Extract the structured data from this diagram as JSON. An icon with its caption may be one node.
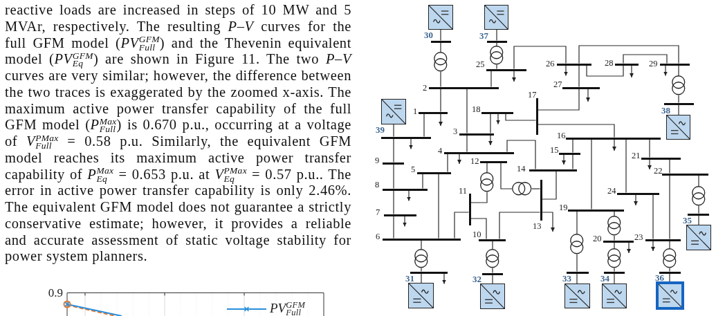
{
  "diagram": {
    "nodes": [
      {
        "text": [],
        "shape": "bar",
        "beside": [
          "1"
        ]
      },
      {
        "text": [],
        "shape": "bar",
        "beside": [
          "2"
        ]
      },
      {
        "text": [],
        "shape": "bar",
        "beside": [
          "3"
        ]
      },
      {
        "text": [],
        "shape": "bar",
        "beside": [
          "4"
        ]
      },
      {
        "text": [],
        "shape": "bar",
        "beside": [
          "5"
        ]
      },
      {
        "text": [],
        "shape": "bar",
        "beside": [
          "6"
        ]
      },
      {
        "text": [],
        "shape": "bar",
        "beside": [
          "7"
        ]
      },
      {
        "text": [],
        "shape": "bar",
        "beside": [
          "8"
        ]
      },
      {
        "text": [],
        "shape": "bar",
        "beside": [
          "9"
        ]
      },
      {
        "text": [],
        "shape": "bar",
        "beside": [
          "10"
        ]
      },
      {
        "text": [],
        "shape": "bar",
        "beside": [
          "11"
        ]
      },
      {
        "text": [],
        "shape": "bar",
        "beside": [
          "12"
        ]
      },
      {
        "text": [],
        "shape": "bar",
        "beside": [
          "13"
        ]
      },
      {
        "text": [],
        "shape": "bar",
        "beside": [
          "14"
        ]
      },
      {
        "text": [],
        "shape": "bar",
        "beside": [
          "15"
        ]
      },
      {
        "text": [],
        "shape": "bar",
        "beside": [
          "16"
        ]
      },
      {
        "text": [],
        "shape": "bar",
        "beside": [
          "17"
        ]
      },
      {
        "text": [],
        "shape": "bar",
        "beside": [
          "18"
        ]
      },
      {
        "text": [],
        "shape": "bar",
        "beside": [
          "19"
        ]
      },
      {
        "text": [],
        "shape": "bar",
        "beside": [
          "20"
        ]
      },
      {
        "text": [],
        "shape": "bar",
        "beside": [
          "21"
        ]
      },
      {
        "text": [],
        "shape": "bar",
        "beside": [
          "22"
        ]
      },
      {
        "text": [],
        "shape": "bar",
        "beside": [
          "23"
        ]
      },
      {
        "text": [],
        "shape": "bar",
        "beside": [
          "24"
        ]
      },
      {
        "text": [],
        "shape": "bar",
        "beside": [
          "25"
        ]
      },
      {
        "text": [],
        "shape": "bar",
        "beside": [
          "26"
        ]
      },
      {
        "text": [],
        "shape": "bar",
        "beside": [
          "27"
        ]
      },
      {
        "text": [],
        "shape": "bar",
        "beside": [
          "28"
        ]
      },
      {
        "text": [],
        "shape": "bar",
        "beside": [
          "29"
        ]
      },
      {
        "text": [],
        "shape": "bar",
        "beside": [
          "30"
        ]
      },
      {
        "text": [],
        "shape": "bar",
        "beside": [
          "31"
        ]
      },
      {
        "text": [],
        "shape": "bar",
        "beside": [
          "32"
        ]
      },
      {
        "text": [],
        "shape": "bar",
        "beside": [
          "33"
        ]
      },
      {
        "text": [],
        "shape": "bar",
        "beside": [
          "34"
        ]
      },
      {
        "text": [],
        "shape": "bar",
        "beside": [
          "35"
        ]
      },
      {
        "text": [],
        "shape": "bar",
        "beside": [
          "36"
        ]
      },
      {
        "text": [],
        "shape": "bar",
        "beside": [
          "37"
        ]
      },
      {
        "text": [],
        "shape": "bar",
        "beside": [
          "38"
        ]
      },
      {
        "text": [],
        "shape": "bar",
        "beside": [
          "39"
        ]
      },
      {
        "text": [],
        "shape": "box"
      },
      {
        "text": [],
        "shape": "box"
      },
      {
        "text": [],
        "shape": "box"
      },
      {
        "text": [],
        "shape": "box"
      },
      {
        "text": [],
        "shape": "box"
      },
      {
        "text": [],
        "shape": "box"
      },
      {
        "text": [],
        "shape": "box"
      },
      {
        "text": [],
        "shape": "box"
      },
      {
        "text": [],
        "shape": "box"
      },
      {
        "text": [],
        "shape": "box"
      },
      {
        "text": [],
        "shape": "circle"
      },
      {
        "text": [],
        "shape": "circle"
      },
      {
        "text": [],
        "shape": "circle"
      },
      {
        "text": [],
        "shape": "circle"
      },
      {
        "text": [],
        "shape": "circle"
      },
      {
        "text": [],
        "shape": "circle"
      },
      {
        "text": [],
        "shape": "circle"
      },
      {
        "text": [],
        "shape": "circle"
      },
      {
        "text": [],
        "shape": "circle"
      },
      {
        "text": [],
        "shape": "circle"
      },
      {
        "text": [],
        "shape": "circle"
      },
      {
        "text": [],
        "shape": "circle"
      }
    ],
    "edges": [
      {
        "from": 0,
        "to": 1,
        "arrow": "none"
      },
      {
        "from": 0,
        "to": 38,
        "arrow": "none"
      },
      {
        "from": 1,
        "to": 2,
        "arrow": "none"
      },
      {
        "from": 1,
        "to": 24,
        "arrow": "none"
      },
      {
        "from": 2,
        "to": 3,
        "arrow": "none"
      },
      {
        "from": 2,
        "to": 17,
        "arrow": "none"
      },
      {
        "from": 3,
        "to": 4,
        "arrow": "none"
      },
      {
        "from": 3,
        "to": 13,
        "arrow": "none"
      },
      {
        "from": 4,
        "to": 5,
        "arrow": "none"
      },
      {
        "from": 4,
        "to": 7,
        "arrow": "none"
      },
      {
        "from": 5,
        "to": 6,
        "arrow": "none"
      },
      {
        "from": 5,
        "to": 10,
        "arrow": "none"
      },
      {
        "from": 6,
        "to": 7,
        "arrow": "none"
      },
      {
        "from": 7,
        "to": 8,
        "arrow": "none"
      },
      {
        "from": 8,
        "to": 38,
        "arrow": "none"
      },
      {
        "from": 9,
        "to": 10,
        "arrow": "none"
      },
      {
        "from": 9,
        "to": 12,
        "arrow": "none"
      },
      {
        "from": 12,
        "to": 13,
        "arrow": "none"
      },
      {
        "from": 13,
        "to": 14,
        "arrow": "none"
      },
      {
        "from": 14,
        "to": 15,
        "arrow": "none"
      },
      {
        "from": 15,
        "to": 16,
        "arrow": "none"
      },
      {
        "from": 15,
        "to": 18,
        "arrow": "none"
      },
      {
        "from": 15,
        "to": 20,
        "arrow": "none"
      },
      {
        "from": 15,
        "to": 23,
        "arrow": "none"
      },
      {
        "from": 16,
        "to": 17,
        "arrow": "none"
      },
      {
        "from": 16,
        "to": 26,
        "arrow": "none"
      },
      {
        "from": 20,
        "to": 21,
        "arrow": "none"
      },
      {
        "from": 21,
        "to": 22,
        "arrow": "none"
      },
      {
        "from": 22,
        "to": 23,
        "arrow": "none"
      },
      {
        "from": 24,
        "to": 25,
        "arrow": "none"
      },
      {
        "from": 25,
        "to": 26,
        "arrow": "none"
      },
      {
        "from": 25,
        "to": 27,
        "arrow": "none"
      },
      {
        "from": 25,
        "to": 28,
        "arrow": "none"
      },
      {
        "from": 27,
        "to": 28,
        "arrow": "none"
      },
      {
        "from": 39,
        "to": 29,
        "arrow": "none"
      },
      {
        "from": 40,
        "to": 36,
        "arrow": "none"
      },
      {
        "from": 41,
        "to": 38,
        "arrow": "none"
      },
      {
        "from": 42,
        "to": 37,
        "arrow": "none"
      },
      {
        "from": 43,
        "to": 34,
        "arrow": "none"
      },
      {
        "from": 44,
        "to": 30,
        "arrow": "none"
      },
      {
        "from": 45,
        "to": 31,
        "arrow": "none"
      },
      {
        "from": 46,
        "to": 32,
        "arrow": "none"
      },
      {
        "from": 47,
        "to": 33,
        "arrow": "none"
      },
      {
        "from": 48,
        "to": 35,
        "arrow": "none"
      },
      {
        "from": 1,
        "to": 49,
        "arrow": "none"
      },
      {
        "from": 49,
        "to": 29,
        "arrow": "none"
      },
      {
        "from": 24,
        "to": 50,
        "arrow": "none"
      },
      {
        "from": 50,
        "to": 36,
        "arrow": "none"
      },
      {
        "from": 28,
        "to": 51,
        "arrow": "none"
      },
      {
        "from": 51,
        "to": 37,
        "arrow": "none"
      },
      {
        "from": 11,
        "to": 52,
        "arrow": "none"
      },
      {
        "from": 52,
        "to": 10,
        "arrow": "none"
      },
      {
        "from": 11,
        "to": 53,
        "arrow": "none"
      },
      {
        "from": 53,
        "to": 12,
        "arrow": "none"
      },
      {
        "from": 21,
        "to": 54,
        "arrow": "none"
      },
      {
        "from": 54,
        "to": 34,
        "arrow": "none"
      },
      {
        "from": 18,
        "to": 55,
        "arrow": "none"
      },
      {
        "from": 55,
        "to": 19,
        "arrow": "none"
      },
      {
        "from": 18,
        "to": 56,
        "arrow": "none"
      },
      {
        "from": 56,
        "to": 32,
        "arrow": "none"
      },
      {
        "from": 5,
        "to": 57,
        "arrow": "none"
      },
      {
        "from": 57,
        "to": 30,
        "arrow": "none"
      },
      {
        "from": 9,
        "to": 58,
        "arrow": "none"
      },
      {
        "from": 58,
        "to": 31,
        "arrow": "none"
      },
      {
        "from": 19,
        "to": 59,
        "arrow": "none"
      },
      {
        "from": 59,
        "to": 33,
        "arrow": "none"
      },
      {
        "from": 22,
        "to": 60,
        "arrow": "none"
      },
      {
        "from": 60,
        "to": 35,
        "arrow": "none"
      },
      {
        "from": 0,
        "to": null,
        "arrow": "to"
      },
      {
        "from": 2,
        "to": null,
        "arrow": "to"
      },
      {
        "from": 3,
        "to": null,
        "arrow": "to"
      },
      {
        "from": 6,
        "to": null,
        "arrow": "to"
      },
      {
        "from": 7,
        "to": null,
        "arrow": "to"
      },
      {
        "from": 12,
        "to": null,
        "arrow": "to"
      },
      {
        "from": 14,
        "to": null,
        "arrow": "to"
      },
      {
        "from": 15,
        "to": null,
        "arrow": "to"
      },
      {
        "from": 17,
        "to": null,
        "arrow": "to"
      },
      {
        "from": 19,
        "to": null,
        "arrow": "to"
      },
      {
        "from": 20,
        "to": null,
        "arrow": "to"
      },
      {
        "from": 22,
        "to": null,
        "arrow": "to"
      },
      {
        "from": 23,
        "to": null,
        "arrow": "to"
      },
      {
        "from": 24,
        "to": null,
        "arrow": "to"
      },
      {
        "from": 25,
        "to": null,
        "arrow": "to"
      },
      {
        "from": 26,
        "to": null,
        "arrow": "to"
      },
      {
        "from": 27,
        "to": null,
        "arrow": "to"
      },
      {
        "from": 28,
        "to": null,
        "arrow": "to"
      },
      {
        "from": 30,
        "to": null,
        "arrow": "to"
      },
      {
        "from": 38,
        "to": null,
        "arrow": "to"
      }
    ],
    "labels": [
      "reactive loads are increased in steps of 10 MW and 5 MVAr, respectively. The resulting *P*–*V* curves for the full GFM model (*PV*$^{GFM}$$_{Full}$) and the Thevenin equivalent model (*PV*$^{GFM}$$_{Eq}$) are shown in Figure 11. The two *P*–*V* curves are very similar; however, the difference between the two traces is exaggerated by the zoomed x-axis. The maximum active power transfer capability of the full GFM model (*P*$^{Max}$$_{Full}$) is 0.670 p.u., occurring at a voltage of *V*$^{PMax}$$_{Full}$ = 0.58 p.u. Similarly, the equivalent GFM model reaches its maximum active power transfer capability of *P*$^{Max}$$_{Eq}$ = 0.653 p.u. at *V*$^{PMax}$$_{Eq}$ = 0.57 p.u.. The error in active power transfer capability is only 2.46%. The equivalent GFM model does not guarantee a strictly conservative estimate; however, it provides a reliable and accurate assessment of static voltage stability for power system planners.",
      "0.9"
    ],
    "legend": [
      {
        "text": "PV$^{GFM}$$_{Full}$"
      }
    ]
  }
}
